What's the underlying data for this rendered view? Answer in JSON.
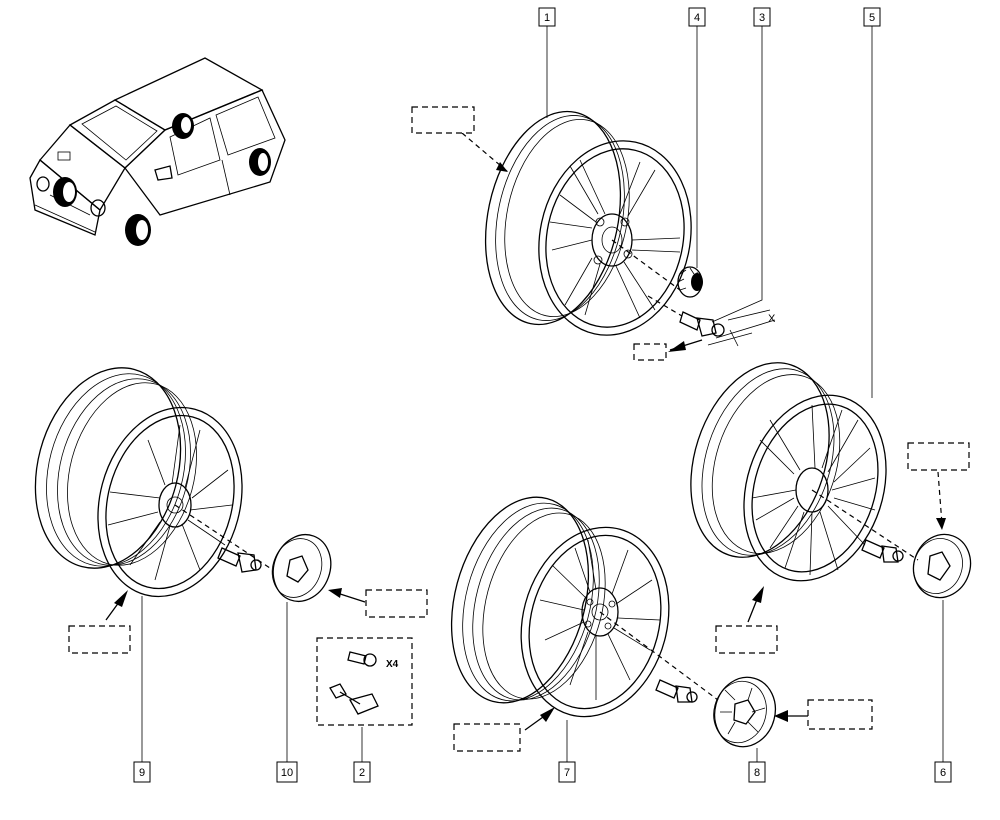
{
  "callouts": {
    "c1": "1",
    "c2": "2",
    "c3": "3",
    "c4": "4",
    "c5": "5",
    "c6": "6",
    "c7": "7",
    "c8": "8",
    "c9": "9",
    "c10": "10"
  },
  "dimension_x": "X",
  "bolt_quantity": "X4"
}
